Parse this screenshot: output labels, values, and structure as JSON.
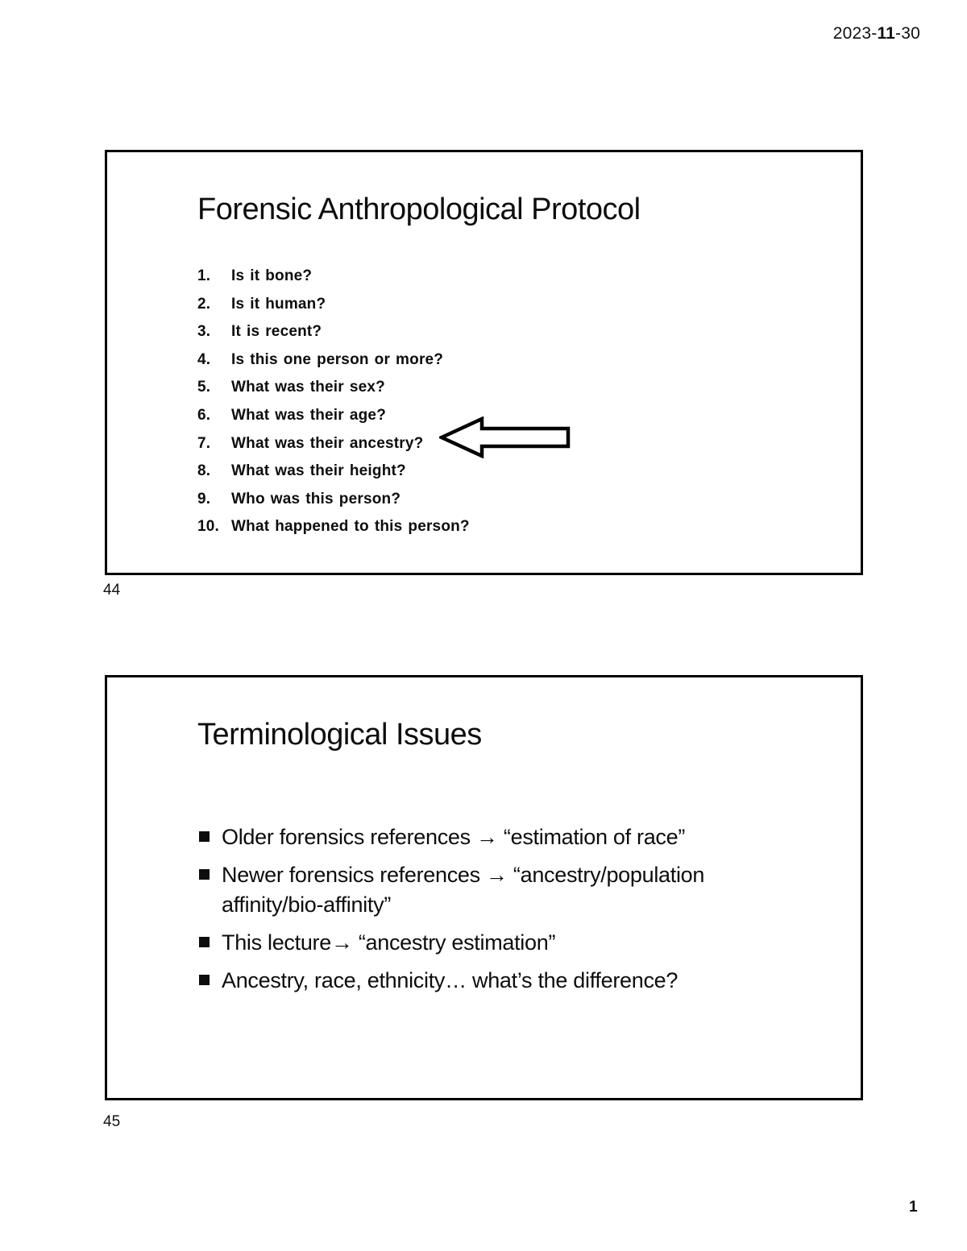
{
  "header": {
    "date": {
      "prefix": "2023-",
      "month": "11",
      "suffix": "-30"
    }
  },
  "slide44": {
    "title": "Forensic Anthropological Protocol",
    "items": [
      "Is it bone?",
      "Is it human?",
      "It is recent?",
      "Is this one person or more?",
      "What was their sex?",
      "What was their age?",
      "What was their ancestry?",
      "What was their height?",
      "Who was this person?",
      "What happened to this person?"
    ],
    "arrow_icon": "left-block-arrow",
    "arrow_points_to": "What was their ancestry?",
    "slide_number": "44"
  },
  "slide45": {
    "title": "Terminological Issues",
    "bullets": [
      "Older forensics references → “estimation of race”",
      "Newer forensics references → “ancestry/population affinity/bio-affinity”",
      "This lecture→ “ancestry estimation”",
      "Ancestry, race, ethnicity… what’s the difference?"
    ],
    "slide_number": "45"
  },
  "footer": {
    "page_number": "1"
  },
  "colors": {
    "text": "#0d0d0d",
    "background": "#ffffff",
    "border": "#000000"
  }
}
